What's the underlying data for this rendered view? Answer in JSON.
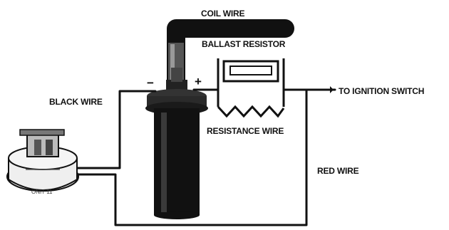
{
  "diagram": {
    "labels": {
      "coil_wire": "COIL WIRE",
      "ballast_resistor": "BALLAST RESISTOR",
      "black_wire": "BLACK WIRE",
      "to_ignition_switch": "TO IGNITION SWITCH",
      "resistance_wire": "RESISTANCE WIRE",
      "red_wire": "RED WIRE",
      "minus": "−",
      "plus": "+"
    }
  }
}
